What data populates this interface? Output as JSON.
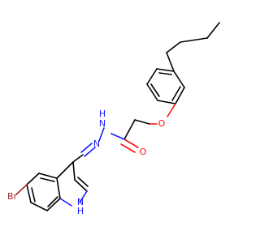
{
  "molecule": {
    "atoms": {
      "o_ether": {
        "text": "O",
        "color": "#ff0d0d"
      },
      "o_carbonyl": {
        "text": "O",
        "color": "#ff0d0d"
      },
      "n_amide": {
        "text": "N",
        "color": "#1a1aff"
      },
      "h_amide": {
        "text": "H",
        "color": "#1a1aff"
      },
      "n_imine": {
        "text": "N",
        "color": "#1a1aff"
      },
      "br": {
        "text": "Br",
        "color": "#a62929"
      },
      "n_indole": {
        "text": "N",
        "color": "#1a1aff"
      },
      "h_indole": {
        "text": "H",
        "color": "#1a1aff"
      }
    }
  }
}
